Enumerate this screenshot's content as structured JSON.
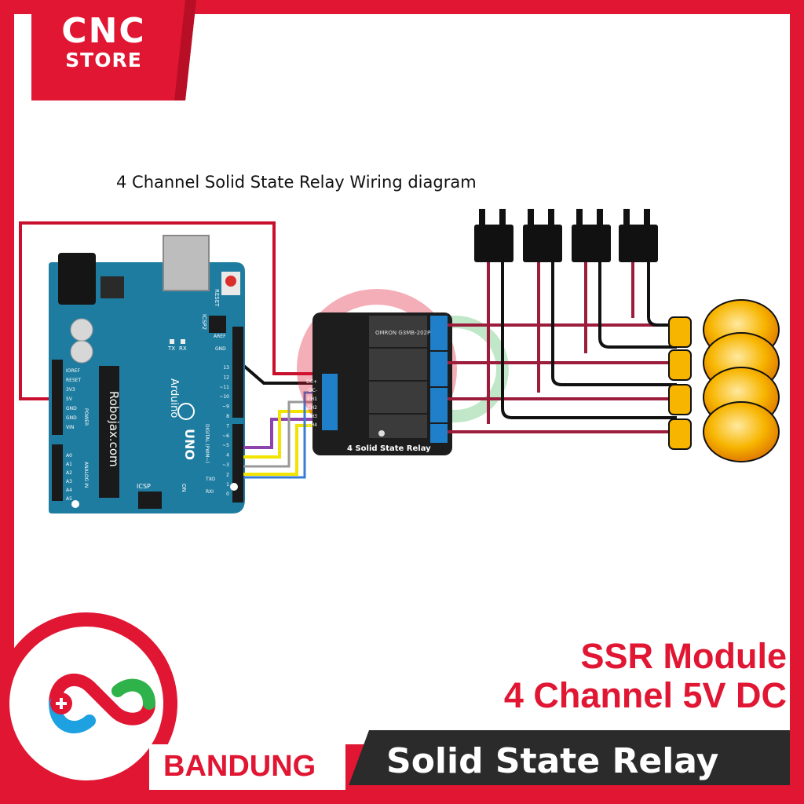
{
  "brand": {
    "line1": "CNC",
    "line2": "STORE"
  },
  "diagram": {
    "title": "4 Channel Solid State Relay Wiring diagram",
    "board_label": "Robojax.com",
    "arduino_label": "Arduino",
    "uno_label": "UNO",
    "reset_label": "RESET",
    "icsp_label": "ICSP",
    "icsp2_label": "ICSP2",
    "digital_label": "DIGITAL (PWM~)",
    "power_label": "POWER",
    "analog_label": "ANALOG IN",
    "aref_label": "AREF",
    "gnd_label": "GND",
    "tx_label": "TX",
    "rx_label": "RX",
    "txo_label": "TXO",
    "rxi_label": "RXI",
    "on_label": "ON",
    "power_pins": [
      "IOREF",
      "RESET",
      "3V3",
      "5V",
      "GND",
      "GND",
      "VIN"
    ],
    "analog_pins": [
      "A0",
      "A1",
      "A2",
      "A3",
      "A4",
      "A5"
    ],
    "digital_pins": [
      "13",
      "12",
      "~11",
      "~10",
      "~9",
      "8",
      "7",
      "~6",
      "~5",
      "4",
      "~3",
      "2",
      "1",
      "0"
    ],
    "relay_label": "4 Solid State Relay",
    "relay_part": "OMRON G3MB-202P",
    "relay_inputs": [
      "DC+",
      "DC-",
      "CH1",
      "CH2",
      "CH3",
      "CH4"
    ]
  },
  "product": {
    "line1": "SSR Module",
    "line2": "4 Channel 5V DC",
    "location": "BANDUNG",
    "footer_title": "Solid State Relay"
  },
  "colors": {
    "brand_red": "#e01633",
    "dark_gray": "#2b2b2b",
    "board_blue": "#1e7ca0",
    "relay_board": "#1d1d1d",
    "terminal_blue": "#1f7fc9",
    "wire_red": "#c8102e",
    "wire_ac": "#9b1d3b",
    "wire_yellow": "#f2e400",
    "wire_purple": "#8e44ad",
    "wire_blue": "#3a7bd5",
    "bulb": "#f7b500"
  }
}
